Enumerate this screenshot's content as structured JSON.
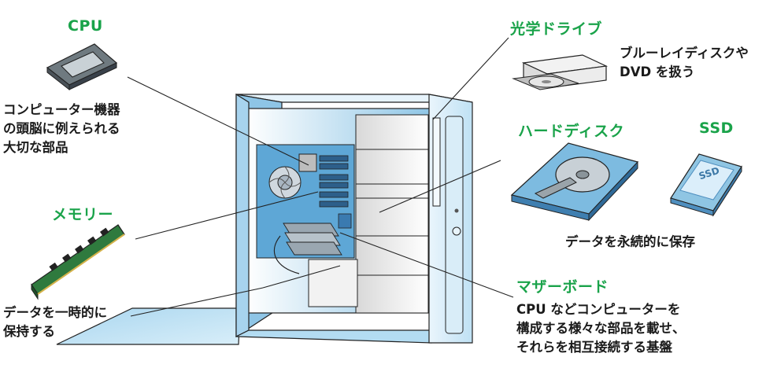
{
  "parts": {
    "cpu": {
      "title": "CPU",
      "desc": [
        "コンピューター機器",
        "の頭脳に例えられる",
        "大切な部品"
      ]
    },
    "memory": {
      "title": "メモリー",
      "desc": [
        "データを一時的に",
        "保持する"
      ]
    },
    "optical_drive": {
      "title": "光学ドライブ",
      "desc": [
        "ブルーレイディスクや",
        "DVD を扱う"
      ]
    },
    "hard_disk": {
      "title": "ハードディスク",
      "desc": [
        "データを永続的に保存"
      ]
    },
    "ssd": {
      "title": "SSD",
      "label": "SSD"
    },
    "motherboard": {
      "title": "マザーボード",
      "desc": [
        "CPU などコンピューターを",
        "構成する様々な部品を載せ、",
        "それらを相互接続する基盤"
      ]
    }
  },
  "colors": {
    "title_green": "#1aa34a",
    "case_light_blue": "#cfe9f7",
    "case_mid_blue": "#9fd0ec",
    "text": "#1a1a1a"
  }
}
